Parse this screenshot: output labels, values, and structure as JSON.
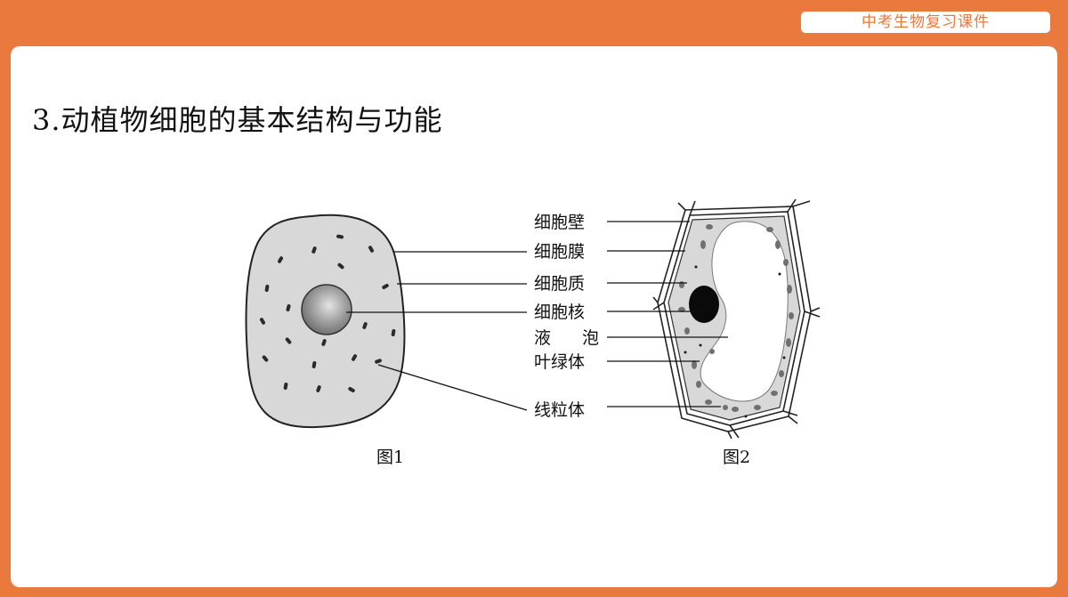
{
  "header": {
    "course_label": "中考生物复习课件"
  },
  "slide": {
    "title": "3.动植物细胞的基本结构与功能"
  },
  "diagram": {
    "labels": {
      "cell_wall": "细胞壁",
      "cell_membrane": "细胞膜",
      "cytoplasm": "细胞质",
      "nucleus": "细胞核",
      "vacuole_a": "液",
      "vacuole_b": "泡",
      "chloroplast": "叶绿体",
      "mitochondrion": "线粒体"
    },
    "figure1_caption": "图1",
    "figure2_caption": "图2"
  },
  "colors": {
    "accent": "#E9793C",
    "cytoplasm_fill": "#D8D8D8",
    "organelle": "#2A2A2A"
  }
}
